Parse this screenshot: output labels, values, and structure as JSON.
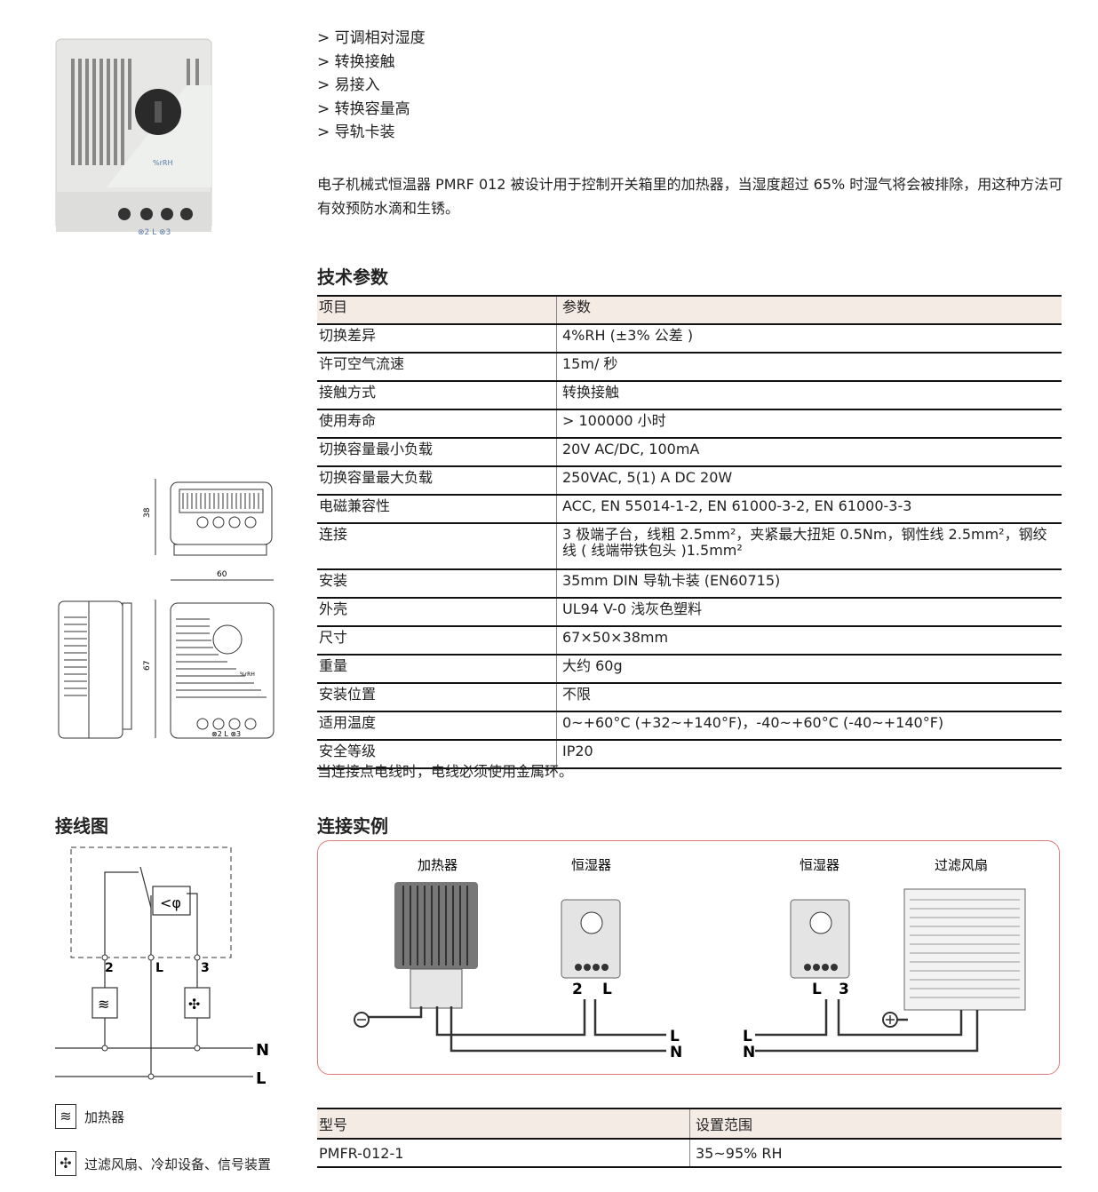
{
  "features": [
    "> 可调相对湿度",
    "> 转换接触",
    "> 易接入",
    "> 转换容量高",
    "> 导轨卡装"
  ],
  "description": "电子机械式恒温器 PMRF 012 被设计用于控制开关箱里的加热器，当湿度超过 65% 时湿气将会被排除，用这种方法可有效预防水滴和生锈。",
  "product_image": {
    "dial_label": "%rRH",
    "terminals": "⊗2 L ⊗3"
  },
  "spec": {
    "title": "技术参数",
    "header": [
      "项目",
      "参数"
    ],
    "rows": [
      [
        "切换差异",
        "4%RH (±3% 公差 )"
      ],
      [
        "许可空气流速",
        "15m/ 秒"
      ],
      [
        "接触方式",
        "转换接触"
      ],
      [
        "使用寿命",
        "> 100000 小时"
      ],
      [
        "切换容量最小负载",
        "20V AC/DC, 100mA"
      ],
      [
        "切换容量最大负载",
        "250VAC, 5(1) A DC 20W"
      ],
      [
        "电磁兼容性",
        "ACC, EN 55014-1-2, EN 61000-3-2, EN 61000-3-3"
      ],
      [
        "连接",
        "3 极端子台，线粗 2.5mm²，夹紧最大扭矩 0.5Nm，钢性线 2.5mm²，钢绞线 ( 线端带铁包头 )1.5mm²"
      ],
      [
        "安装",
        "35mm DIN 导轨卡装 (EN60715)"
      ],
      [
        "外壳",
        "UL94 V-0 浅灰色塑料"
      ],
      [
        "尺寸",
        "67×50×38mm"
      ],
      [
        "重量",
        "大约 60g"
      ],
      [
        "安装位置",
        "不限"
      ],
      [
        "适用温度",
        "0~+60°C (+32~+140°F)，-40~+60°C (-40~+140°F)"
      ],
      [
        "安全等级",
        "IP20"
      ]
    ],
    "note": "当连接点电线时，电线必须使用金属环。"
  },
  "dimensions": {
    "depth": "38",
    "width": "60",
    "height": "67",
    "terminals": "⊗2 L ⊗3",
    "dial_label": "%rRH"
  },
  "wiring": {
    "title": "接线图",
    "t2": "2",
    "tL": "L",
    "t3": "3",
    "N": "N",
    "L": "L",
    "legend": [
      "加热器",
      "过滤风扇、冷却设备、信号装置"
    ]
  },
  "example": {
    "title": "连接实例",
    "heater": "加热器",
    "hyg1": "恒湿器",
    "hyg2": "恒湿器",
    "fan": "过滤风扇",
    "h1_t2": "2",
    "h1_tL": "L",
    "h2_tL": "L",
    "h2_t3": "3",
    "L1": "L",
    "N1": "N",
    "L2": "L",
    "N2": "N"
  },
  "model": {
    "header": [
      "型号",
      "设置范围"
    ],
    "row": [
      "PMFR-012-1",
      "35~95% RH"
    ]
  }
}
